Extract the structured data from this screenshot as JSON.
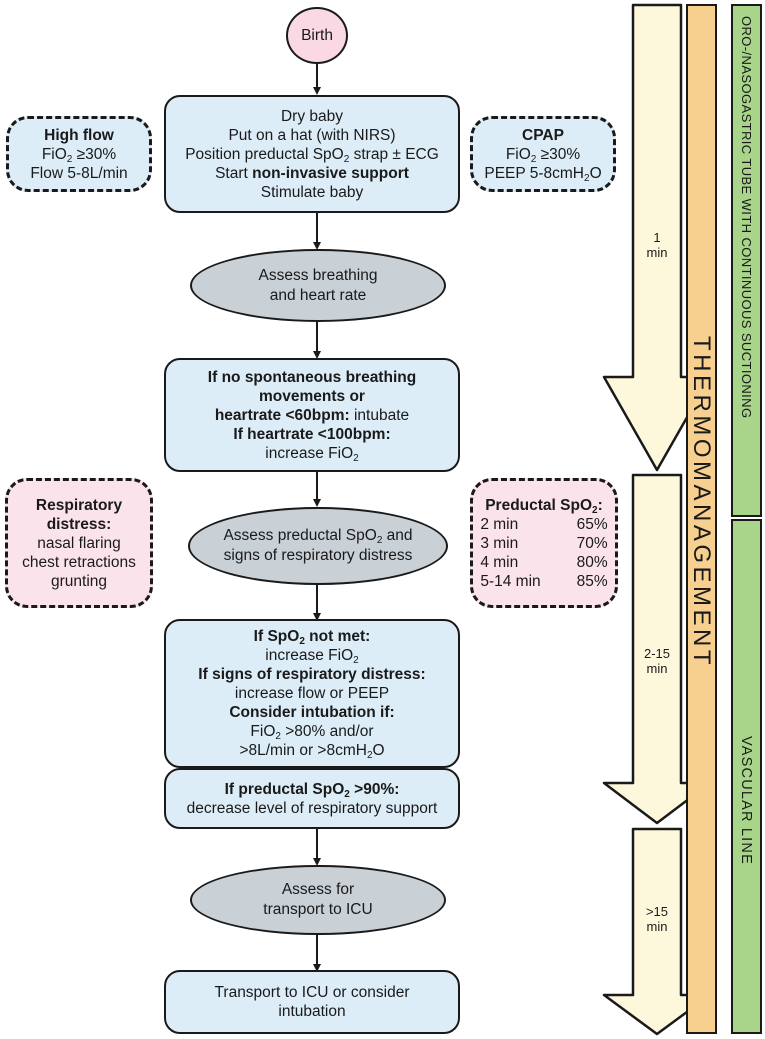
{
  "birth": "Birth",
  "high_flow": {
    "title": "High flow",
    "fio2_pre": "FiO",
    "fio2_sub": "2",
    "fio2_post": " ≥30%",
    "flow": "Flow 5-8L/min"
  },
  "cpap": {
    "title": "CPAP",
    "fio2_pre": "FiO",
    "fio2_sub": "2",
    "fio2_post": " ≥30%",
    "peep_pre": "PEEP 5-8cmH",
    "peep_sub": "2",
    "peep_post": "O"
  },
  "initial": {
    "line1": "Dry baby",
    "line2_pre": "Put on a hat (with NIRS)",
    "line3_pre": "Position preductal SpO",
    "line3_sub": "2",
    "line3_post": " strap ± ECG",
    "line4_pre": "Start ",
    "line4_bold": "non-invasive support",
    "line5": "Stimulate baby"
  },
  "assess1": {
    "line1": "Assess breathing",
    "line2": "and heart rate"
  },
  "box2": {
    "b1": "If no spontaneous breathing",
    "b2": "movements or",
    "b3": "heartrate <60bpm:",
    "t3": " intubate",
    "b4": "If heartrate <100bpm:",
    "t5_pre": "increase FiO",
    "t5_sub": "2"
  },
  "resp": {
    "title1": "Respiratory",
    "title2": "distress:",
    "l1": "nasal flaring",
    "l2": "chest retractions",
    "l3": "grunting"
  },
  "assess2": {
    "l1_pre": "Assess preductal SpO",
    "l1_sub": "2",
    "l1_post": " and",
    "l2": "signs of respiratory distress"
  },
  "spo2": {
    "title_pre": "Preductal SpO",
    "title_sub": "2",
    "title_post": ":",
    "rows": [
      [
        "2 min",
        "65%"
      ],
      [
        "3 min",
        "70%"
      ],
      [
        "4 min",
        "80%"
      ],
      [
        "5-14 min",
        "85%"
      ]
    ]
  },
  "box3": {
    "b1_pre": "If SpO",
    "b1_sub": "2",
    "b1_post": " not met:",
    "t2_pre": "increase FiO",
    "t2_sub": "2",
    "b3": "If signs of respiratory distress:",
    "t4": "increase flow or PEEP",
    "b5": "Consider intubation if:",
    "t6_pre": "FiO",
    "t6_sub": "2",
    "t6_post": " >80% and/or",
    "t7_pre": ">8L/min or >8cmH",
    "t7_sub": "2",
    "t7_post": "O"
  },
  "box4": {
    "b1_pre": "If preductal SpO",
    "b1_sub": "2",
    "b1_post": " >90%:",
    "t2": "decrease level of respiratory support"
  },
  "assess3": {
    "l1": "Assess for",
    "l2": "transport to ICU"
  },
  "final": {
    "l1": "Transport to ICU or consider",
    "l2": "intubation"
  },
  "timeline": {
    "d1a": "1",
    "d1b": "min",
    "d2a": "2-15",
    "d2b": "min",
    "d3a": ">15",
    "d3b": "min"
  },
  "bars": {
    "thermo": "THERMOMANAGEMENT",
    "oro": "ORO-/NASOGASTRIC TUBE WITH CONTINUOUS SUCTIONING",
    "vascular": "VASCULAR LINE"
  },
  "colors": {
    "box_blue": "#dcedf8",
    "box_pink": "#fbe3eb",
    "ellipse_gray": "#c9d0d6",
    "arrow_cream": "#fdf8dc",
    "thermo_orange": "#f7cf8e",
    "green": "#a8d58a"
  }
}
